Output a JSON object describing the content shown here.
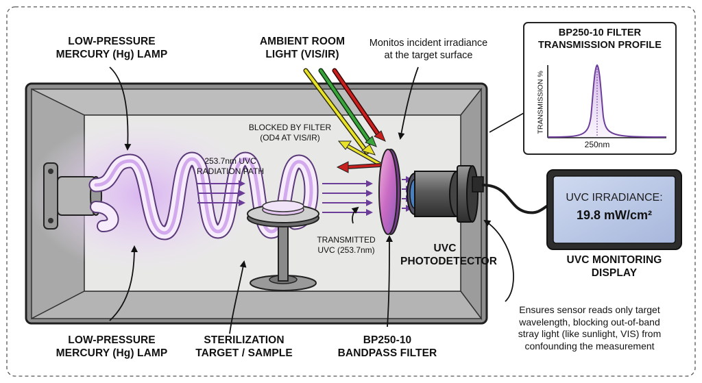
{
  "labels": {
    "lamp_top": [
      "LOW-PRESSURE",
      "MERCURY (Hg) LAMP"
    ],
    "lamp_bottom": [
      "LOW-PRESSURE",
      "MERCURY (Hg) LAMP"
    ],
    "ambient": [
      "AMBIENT ROOM",
      "LIGHT (VIS/IR)"
    ],
    "monitor_note": [
      "Monitos incident irradiance",
      "at the target surface"
    ],
    "blocked": [
      "BLOCKED BY FILTER",
      "(OD4 AT VIS/IR)"
    ],
    "radiation_path": [
      "253.7nm UVC",
      "RADIATION PATH"
    ],
    "transmitted": [
      "TRANSMITTED",
      "UVC (253.7nm)"
    ],
    "photodetector": [
      "UVC",
      "PHOTODETECTOR"
    ],
    "target": [
      "STERILIZATION",
      "TARGET / SAMPLE"
    ],
    "filter": [
      "BP250-10",
      "BANDPASS FILTER"
    ],
    "display_caption": [
      "UVC MONITORING",
      "DISPLAY"
    ],
    "note": [
      "Ensures sensor reads only target",
      "wavelength, blocking out-of-band",
      "stray light (like sunlight, VIS) from",
      "confounding the measurement"
    ]
  },
  "inset": {
    "title": [
      "BP250-10 FILTER",
      "TRANSMISSION PROFILE"
    ],
    "ylabel": "TRANSMISSION %",
    "xlabel": "250nm"
  },
  "display": {
    "label": "UVC IRRADIANCE:",
    "value": "19.8 mW/cm²"
  },
  "colors": {
    "uv_glow": "#b57ad6",
    "uv_arrow": "#7a4aa8",
    "ray_yellow": "#e8e22a",
    "ray_green": "#3aa53a",
    "ray_red": "#c8201e",
    "screen": "#b9c8e6",
    "box": "#8a8a8a"
  }
}
